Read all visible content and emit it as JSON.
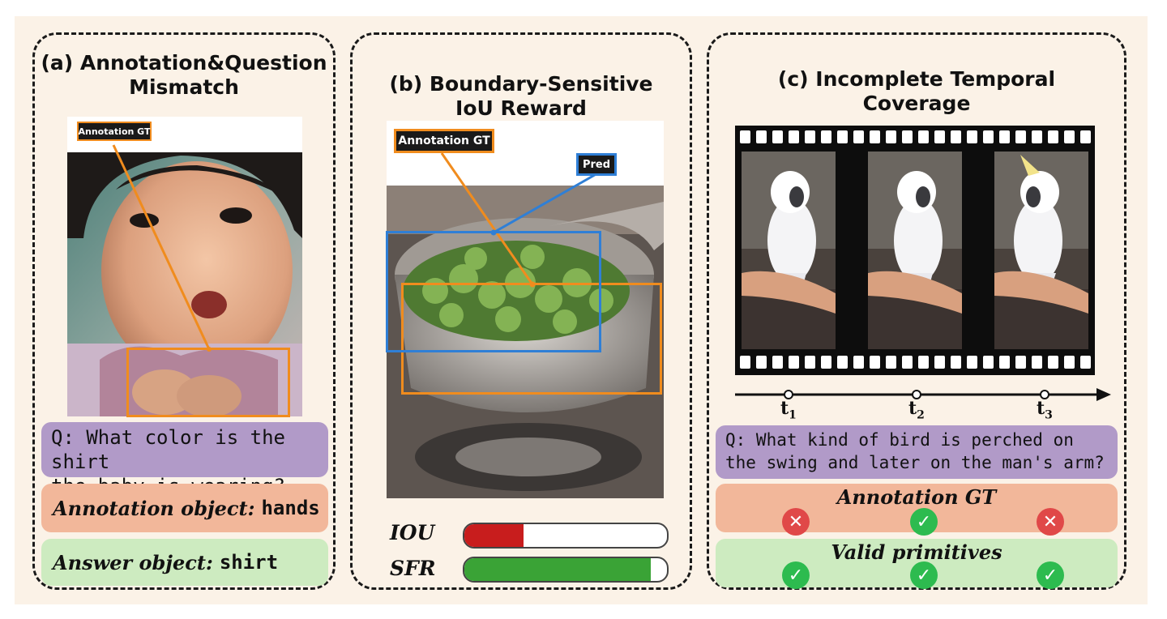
{
  "panels": {
    "a": {
      "title_line1": "(a) Annotation&Question",
      "title_line2": "Mismatch",
      "tag": "Annotation GT",
      "question_line1": "Q: What color is the shirt",
      "question_line2": "the baby is wearing?",
      "annotation_label": "Annotation object:",
      "annotation_value": "hands",
      "answer_label": "Answer object:",
      "answer_value": "shirt"
    },
    "b": {
      "title_line1": "(b) Boundary-Sensitive",
      "title_line2": "IoU Reward",
      "tag_gt": "Annotation GT",
      "tag_pred": "Pred",
      "metrics": [
        {
          "label": "IOU",
          "fraction": 0.29,
          "color": "#c81d1d"
        },
        {
          "label": "SFR",
          "fraction": 0.92,
          "color": "#3aa336"
        }
      ]
    },
    "c": {
      "title_line1": "(c) Incomplete Temporal",
      "title_line2": "Coverage",
      "ticks": [
        {
          "base": "t",
          "sub": "1"
        },
        {
          "base": "t",
          "sub": "2"
        },
        {
          "base": "t",
          "sub": "3"
        }
      ],
      "question_line1": "Q: What kind of bird is perched on",
      "question_line2": "the swing and later on the man's arm?",
      "rows": [
        {
          "title": "Annotation GT",
          "marks": [
            "no",
            "ok",
            "no"
          ]
        },
        {
          "title": "Valid primitives",
          "marks": [
            "ok",
            "ok",
            "ok"
          ]
        }
      ]
    }
  },
  "colors": {
    "orange": "#f08c1e",
    "blue": "#2f7fd6",
    "question_bg": "#b19ac8",
    "annotation_bg": "#f2b79a",
    "answer_bg": "#cdebc0",
    "ok": "#2dbb4f",
    "no": "#e04848"
  }
}
